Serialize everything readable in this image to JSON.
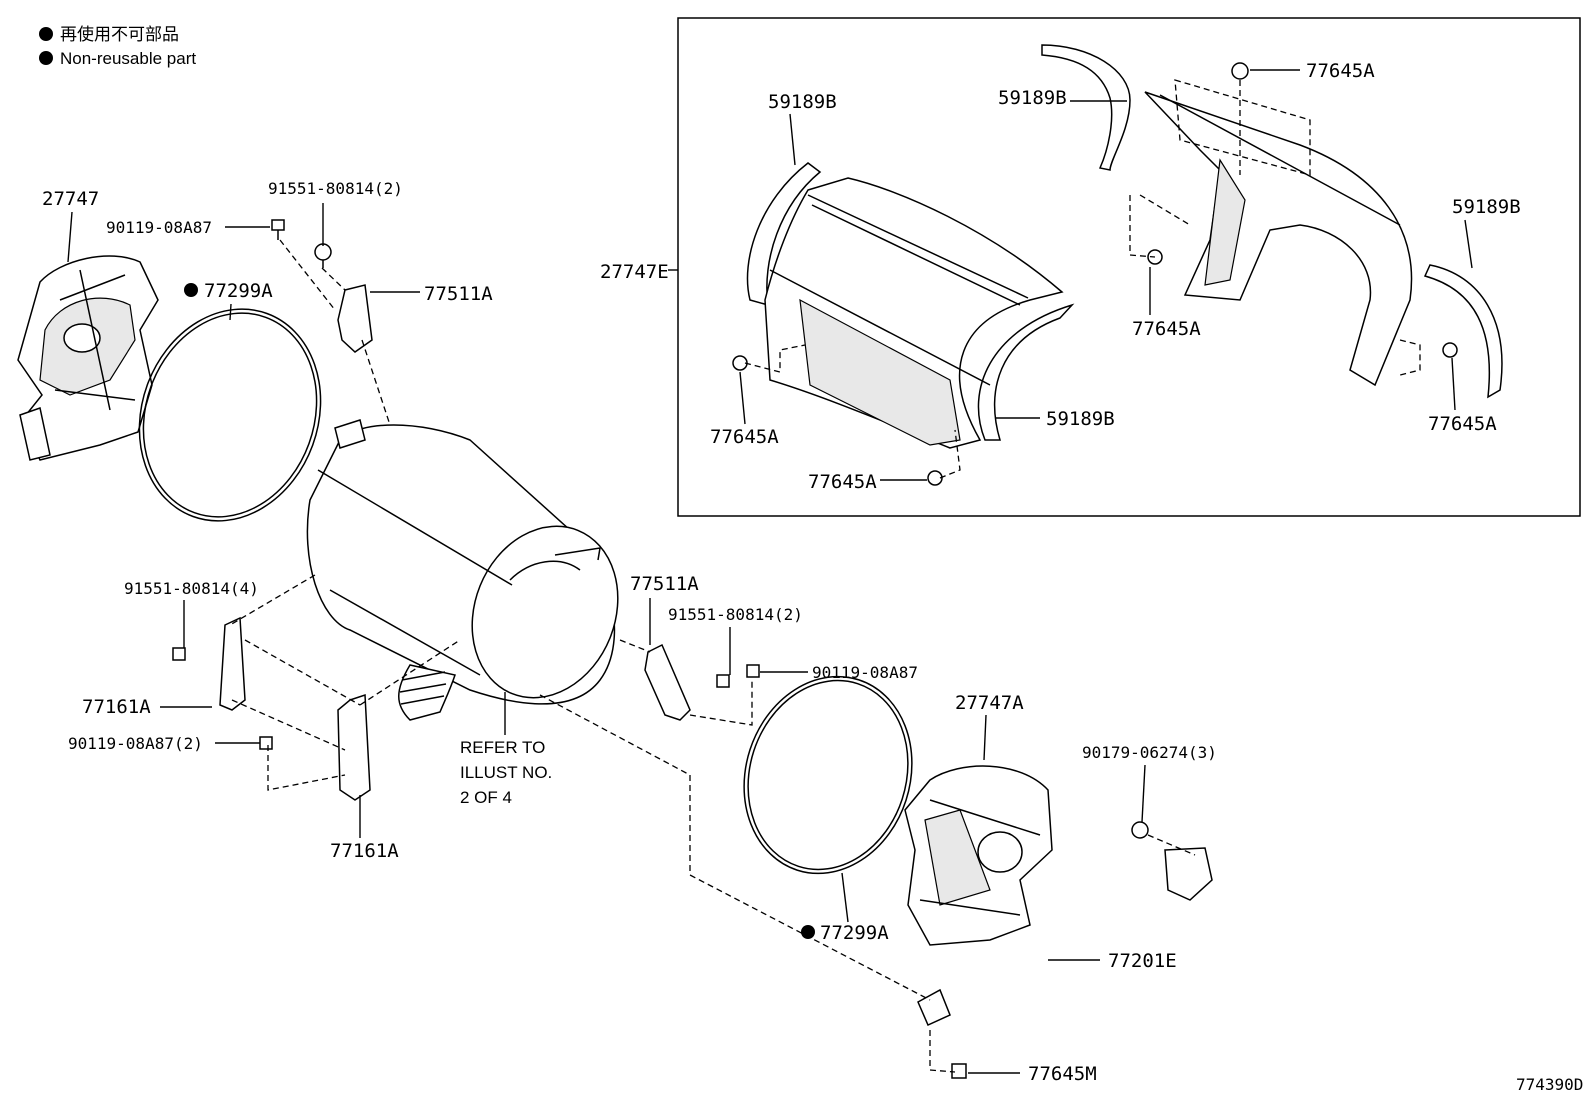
{
  "legend": {
    "line_jp": "再使用不可部品",
    "line_en": "Non-reusable part"
  },
  "labels": {
    "p27747": "27747",
    "p90119_top": "90119-08A87",
    "p91551_top": "91551-80814(2)",
    "p77299_top": "77299A",
    "p77511_top": "77511A",
    "p27747E": "27747E",
    "p59189_tl": "59189B",
    "p59189_tc": "59189B",
    "p59189_tr": "59189B",
    "p59189_mid": "59189B",
    "p77645_top": "77645A",
    "p77645_c": "77645A",
    "p77645_l": "77645A",
    "p77645_bot": "77645A",
    "p77645_r": "77645A",
    "p91551_l4": "91551-80814(4)",
    "p77161_a": "77161A",
    "p90119_2": "90119-08A87(2)",
    "p77161_b": "77161A",
    "p77511_r": "77511A",
    "p91551_r2": "91551-80814(2)",
    "p90119_r": "90119-08A87",
    "p27747A": "27747A",
    "p90179": "90179-06274(3)",
    "p77299_bot": "77299A",
    "p77201E": "77201E",
    "p77645M": "77645M",
    "fig_id": "774390D"
  },
  "refer_note": {
    "line1": "REFER TO",
    "line2": "ILLUST NO.",
    "line3": "2 OF 4"
  }
}
